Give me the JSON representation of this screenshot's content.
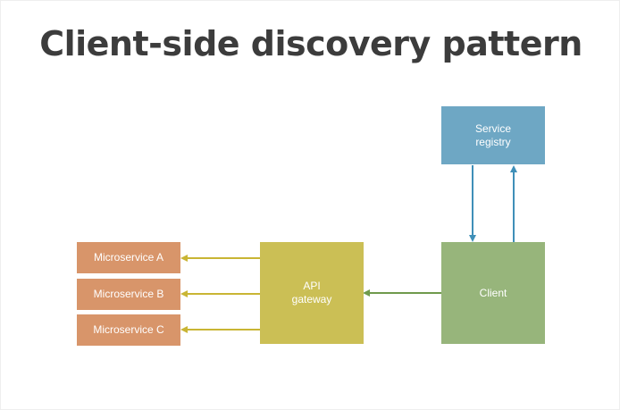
{
  "title": "Client-side discovery pattern",
  "nodes": {
    "registry": {
      "label": "Service\nregistry",
      "color": "#6ea7c4"
    },
    "client": {
      "label": "Client",
      "color": "#97b57b"
    },
    "api_gateway": {
      "label": "API\ngateway",
      "color": "#cbbf55"
    },
    "microservices": [
      {
        "label": "Microservice A",
        "color": "#d8956a"
      },
      {
        "label": "Microservice B",
        "color": "#d8956a"
      },
      {
        "label": "Microservice C",
        "color": "#d8956a"
      }
    ]
  },
  "edges": [
    {
      "from": "registry",
      "to": "client",
      "color": "#3f8fb8"
    },
    {
      "from": "client",
      "to": "registry",
      "color": "#3f8fb8"
    },
    {
      "from": "client",
      "to": "api_gateway",
      "color": "#6f9a4c"
    },
    {
      "from": "api_gateway",
      "to": "microservice_a",
      "color": "#c9b534"
    },
    {
      "from": "api_gateway",
      "to": "microservice_b",
      "color": "#c9b534"
    },
    {
      "from": "api_gateway",
      "to": "microservice_c",
      "color": "#c9b534"
    }
  ]
}
